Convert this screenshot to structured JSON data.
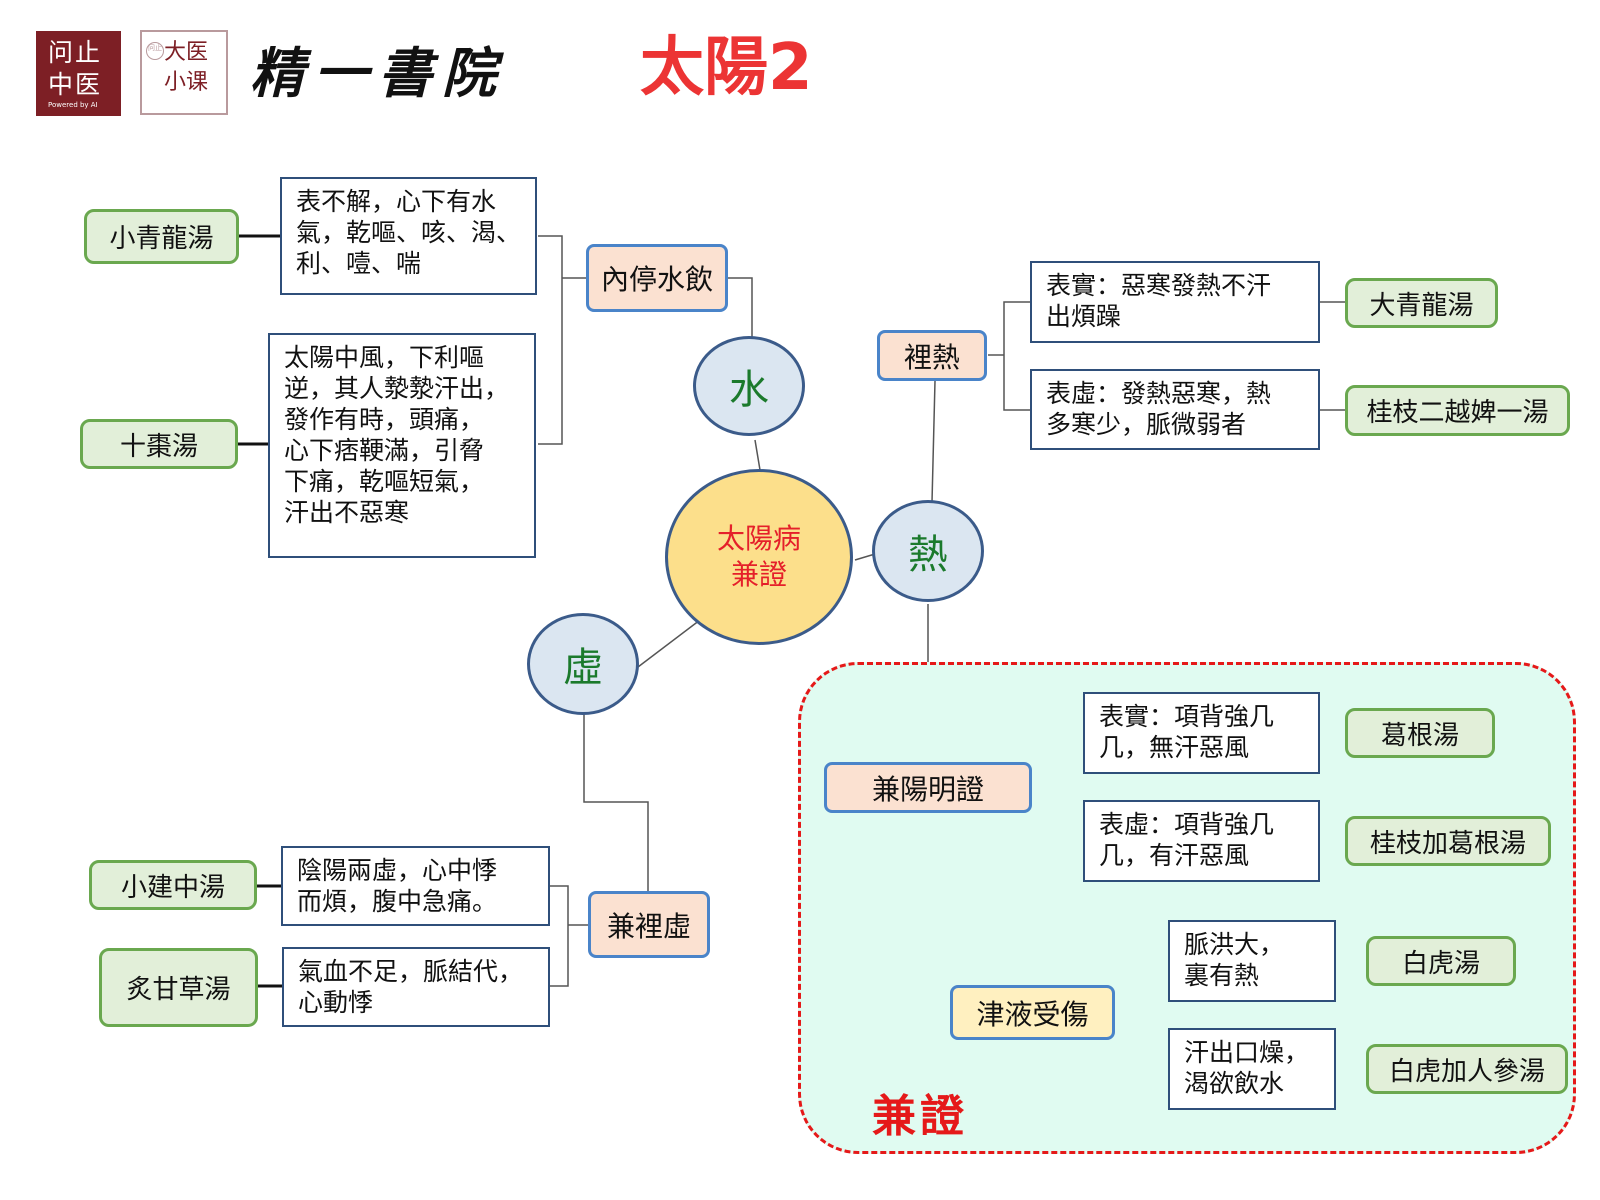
{
  "header": {
    "logo1_line1": "问止",
    "logo1_line2": "中医",
    "logo1_tagline": "Powered by AI",
    "logo2_line1": "大医",
    "logo2_line2": "小课",
    "logo2_seal": "问止",
    "brand": "精一書院",
    "title": "太陽2"
  },
  "center": {
    "line1": "太陽病",
    "line2": "兼證"
  },
  "branches": {
    "water": {
      "label": "水",
      "category": "內停水飲",
      "items": [
        {
          "desc": "表不解，心下有水\n氣，乾嘔、咳、渴、\n利、噎、喘",
          "rx": "小青龍湯"
        },
        {
          "desc": "太陽中風，下利嘔\n逆，其人漐漐汗出，\n發作有時，頭痛，\n心下痞鞕滿，引脅\n下痛，乾嘔短氣，\n汗出不惡寒",
          "rx": "十棗湯"
        }
      ]
    },
    "heat": {
      "label": "熱",
      "inner": {
        "category": "裡熱",
        "items": [
          {
            "desc": "表實：惡寒發熱不汗\n出煩躁",
            "rx": "大青龍湯"
          },
          {
            "desc": "表虛：發熱惡寒，熱\n多寒少，脈微弱者",
            "rx": "桂枝二越婢一湯"
          }
        ]
      },
      "yangming": {
        "category": "兼陽明證",
        "items": [
          {
            "desc": "表實：項背強几\n几，無汗惡風",
            "rx": "葛根湯"
          },
          {
            "desc": "表虛：項背強几\n几，有汗惡風",
            "rx": "桂枝加葛根湯"
          }
        ]
      },
      "fluid": {
        "category": "津液受傷",
        "items": [
          {
            "desc": "脈洪大，\n裏有熱",
            "rx": "白虎湯"
          },
          {
            "desc": "汗出口燥，\n渴欲飲水",
            "rx": "白虎加人參湯"
          }
        ]
      },
      "region_label": "兼證"
    },
    "deficiency": {
      "label": "虛",
      "category": "兼裡虛",
      "items": [
        {
          "desc": "陰陽兩虛，心中悸\n而煩，腹中急痛。",
          "rx": "小建中湯"
        },
        {
          "desc": "氣血不足，脈結代，\n心動悸",
          "rx": "炙甘草湯"
        }
      ]
    }
  },
  "colors": {
    "title": "#ec3434",
    "circle_fill": "#dbe6f1",
    "circle_text": "#1b7a2c",
    "center_fill": "#fcdf8b",
    "center_text": "#e5202a",
    "category_fill": "#fbe1d1",
    "category_border": "#4a84c9",
    "rx_fill": "#e2efd9",
    "rx_border": "#6aa84f",
    "region_border": "#e51919",
    "region_fill": "#e0fbf1"
  }
}
